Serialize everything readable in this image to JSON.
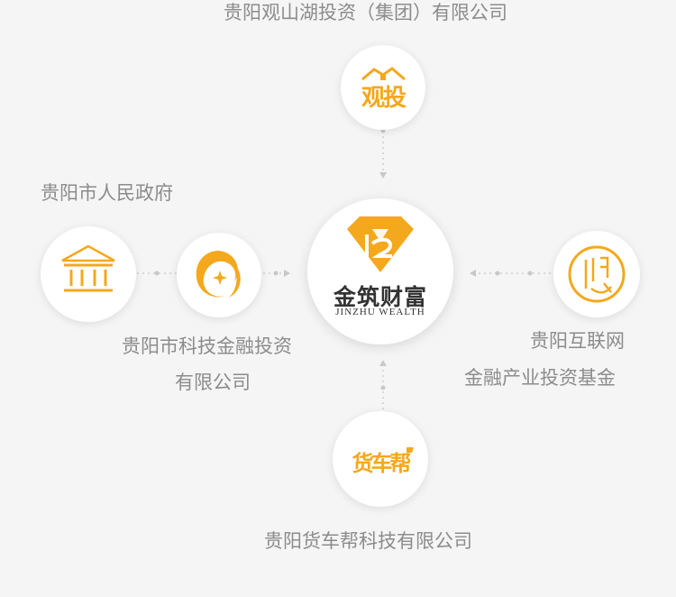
{
  "colors": {
    "accent": "#f4a81d",
    "dark": "#333333",
    "text": "#8c8c8c",
    "connector": "#cfcfcf",
    "background": "#f5f5f5"
  },
  "center": {
    "logo_text": "金筑财富",
    "logo_sub": "JINZHU WEALTH",
    "icon": "diamond-logo-icon"
  },
  "partners": {
    "top": {
      "label": "贵阳观山湖投资（集团）有限公司",
      "logo_text": "观投"
    },
    "left_outer": {
      "label": "贵阳市人民政府",
      "icon": "government-building-icon"
    },
    "left_inner": {
      "label_line1": "贵阳市科技金融投资",
      "label_line2": "有限公司",
      "icon": "swirl-logo-icon"
    },
    "right": {
      "label_line1": "贵阳互联网",
      "label_line2": "金融产业投资基金",
      "icon": "seal-logo-icon"
    },
    "bottom": {
      "label": "贵阳货车帮科技有限公司",
      "logo_text": "货车帮"
    }
  }
}
